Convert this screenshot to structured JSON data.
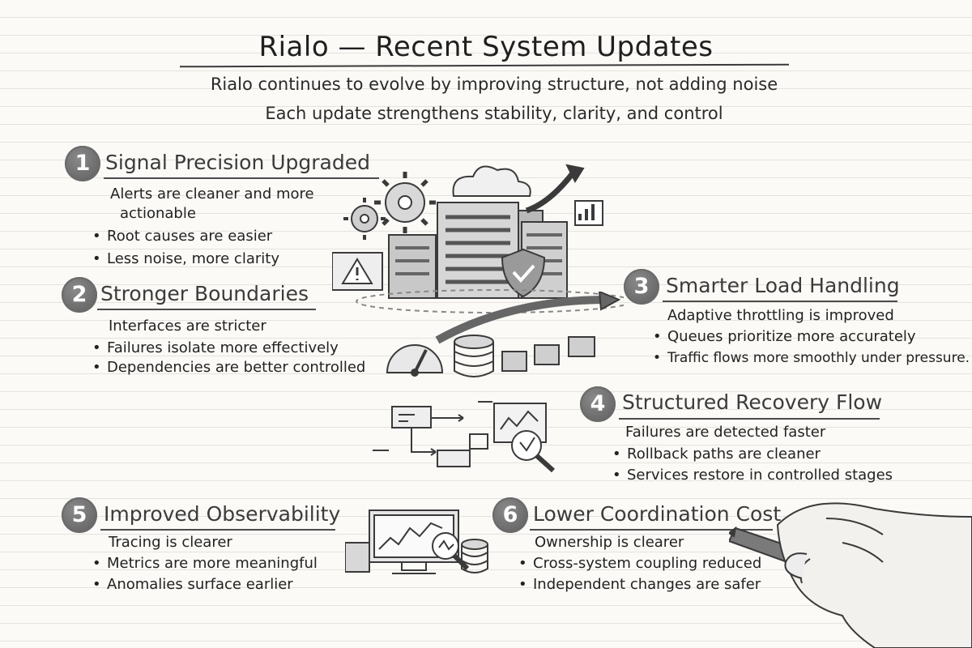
{
  "header": {
    "title": "Rialo — Recent System Updates",
    "subtitle_1": "Rialo continues to evolve by improving structure,   not adding noise",
    "subtitle_2": "Each update strengthens stability, clarity, and control"
  },
  "sections": [
    {
      "num": "1",
      "title": "Signal Precision Upgraded",
      "lead": "Alerts are cleaner and more",
      "lead_cont": "actionable",
      "bullets": [
        "Root causes are easier",
        "Less noise, more clarity"
      ]
    },
    {
      "num": "2",
      "title": "Stronger Boundaries",
      "lead": "Interfaces are stricter",
      "bullets": [
        "Failures isolate more effectively",
        "Dependencies are better controlled"
      ]
    },
    {
      "num": "3",
      "title": "Smarter Load Handling",
      "lead": "Adaptive throttling is improved",
      "bullets": [
        "Queues prioritize more accurately",
        "Traffic flows more smoothly under pressure."
      ]
    },
    {
      "num": "4",
      "title": "Structured Recovery Flow",
      "lead": "Failures are detected faster",
      "bullets": [
        "Rollback paths are cleaner",
        "Services restore in controlled stages"
      ]
    },
    {
      "num": "5",
      "title": "Improved Observability",
      "lead": "Tracing is clearer",
      "bullets": [
        "Metrics are more meaningful",
        "Anomalies surface earlier"
      ]
    },
    {
      "num": "6",
      "title": "Lower Coordination Cost",
      "lead": "Ownership is clearer",
      "bullets": [
        "Cross-system coupling reduced",
        "Independent changes are safer"
      ]
    }
  ],
  "illustrations": {
    "server_scene": [
      "gear-icon",
      "cloud-icon",
      "server-icon",
      "shield-check-icon",
      "warning-icon",
      "trend-arrow-icon"
    ],
    "load_scene": [
      "gauge-icon",
      "database-icon",
      "queue-boxes-icon"
    ],
    "recovery_scene": [
      "flowchart-icon",
      "magnifier-icon"
    ],
    "observability_scene": [
      "monitor-chart-icon",
      "magnifier-icon",
      "storage-icon"
    ],
    "hand": "hand-with-marker-icon"
  },
  "colors": {
    "ink": "#2b2b2b",
    "badge": "#666666",
    "paper": "#fbfaf7"
  }
}
